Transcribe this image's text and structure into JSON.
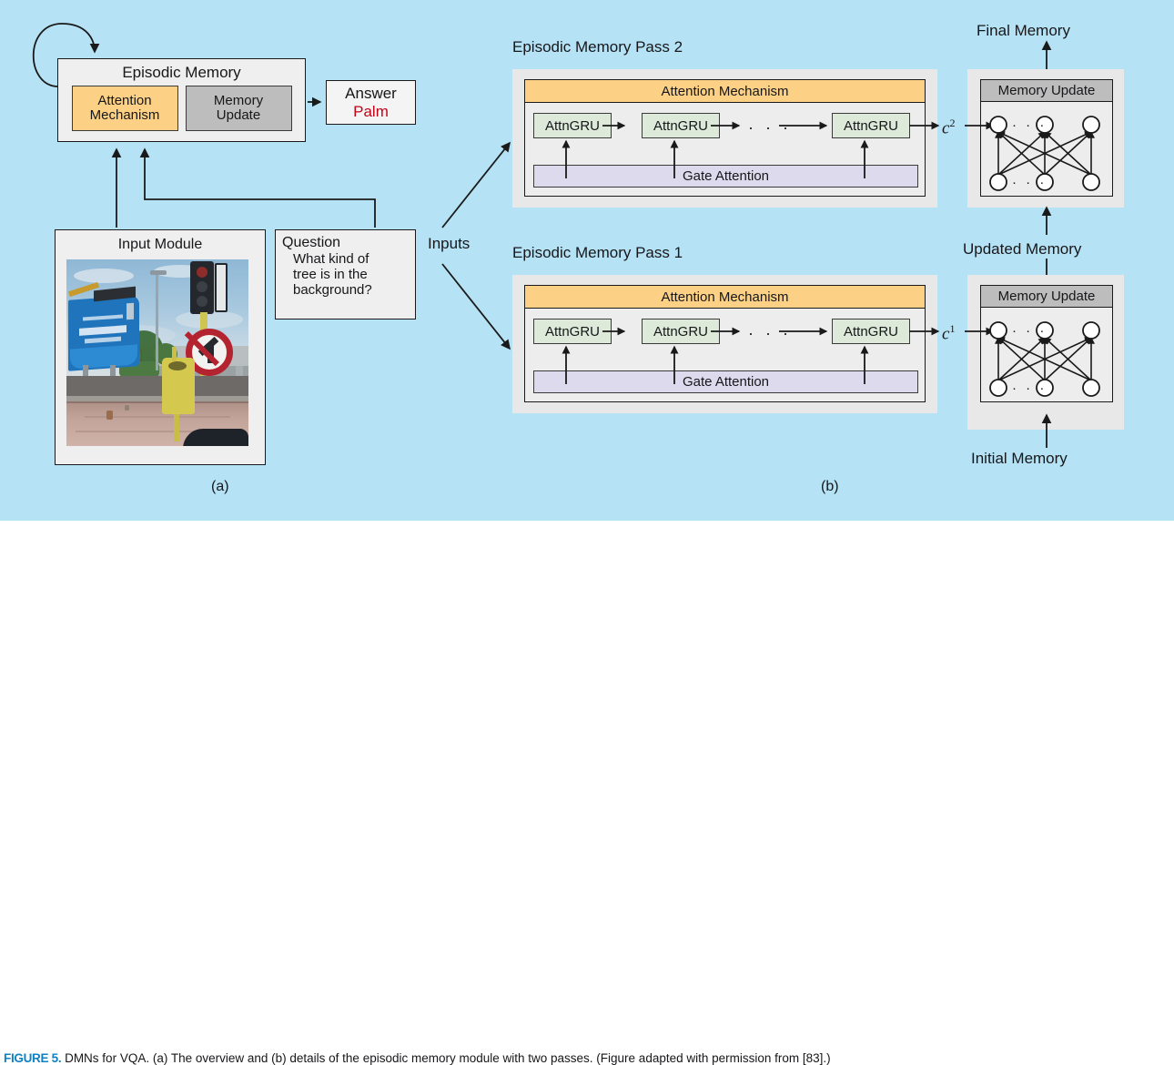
{
  "figure": {
    "background_color": "#b5e2f5",
    "caption_figure_number": "FIGURE 5.",
    "caption_text": " DMNs for VQA. (a) The overview and (b) details of the episodic memory module with two passes. (Figure adapted with permission from [83].)",
    "panel_a_label": "(a)",
    "panel_b_label": "(b)"
  },
  "colors": {
    "attention": "#fcd185",
    "memory_update": "#bdbdbd",
    "attngru": "#ddeada",
    "gate_attention": "#dcdaec",
    "panel_gray": "#e8e8e8",
    "box_fill": "#efefef",
    "answer_text": "#c00418",
    "caption_accent": "#1081c4",
    "stroke": "#1a1a1a"
  },
  "panel_a": {
    "episodic_memory": {
      "title": "Episodic Memory",
      "sub_modules": [
        {
          "label": "Attention\nMechanism",
          "line1": "Attention",
          "line2": "Mechanism",
          "color": "#fcd185"
        },
        {
          "label": "Memory\nUpdate",
          "line1": "Memory",
          "line2": "Update",
          "color": "#bdbdbd"
        }
      ]
    },
    "answer": {
      "title": "Answer",
      "value": "Palm"
    },
    "input_module": {
      "title": "Input Module",
      "image_alt": "street scene with blue billboard, traffic light, no-left-turn sign, yellow trash bin, palm trees, overpass"
    },
    "question": {
      "title": "Question",
      "lines": [
        "What kind of",
        "tree is in the",
        "background?"
      ]
    }
  },
  "panel_b": {
    "inputs_label": "Inputs",
    "final_memory_label": "Final Memory",
    "updated_memory_label": "Updated Memory",
    "initial_memory_label": "Initial Memory",
    "passes": [
      {
        "title": "Episodic Memory Pass 2",
        "attention_header": "Attention Mechanism",
        "gate_attention": "Gate Attention",
        "attngru_labels": [
          "AttnGRU",
          "AttnGRU",
          "AttnGRU"
        ],
        "ellipsis": "· · ·",
        "context_symbol": "c",
        "context_superscript": "2",
        "memory_update_title": "Memory Update",
        "network_top_nodes": 3,
        "network_bottom_nodes": 3,
        "network_ellipsis": "· · ·"
      },
      {
        "title": "Episodic Memory Pass 1",
        "attention_header": "Attention Mechanism",
        "gate_attention": "Gate Attention",
        "attngru_labels": [
          "AttnGRU",
          "AttnGRU",
          "AttnGRU"
        ],
        "ellipsis": "· · ·",
        "context_symbol": "c",
        "context_superscript": "1",
        "memory_update_title": "Memory Update",
        "network_top_nodes": 3,
        "network_bottom_nodes": 3,
        "network_ellipsis": "· · ·"
      }
    ]
  }
}
